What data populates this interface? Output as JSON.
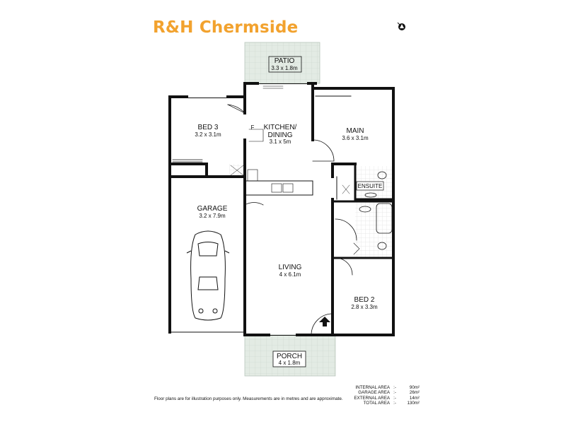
{
  "brand": {
    "name": "R&H Chermside",
    "color": "#f2a22e"
  },
  "colors": {
    "wall": "#111111",
    "outdoor": "#e3ebe4",
    "outdoor_grid": "#c9d4cb",
    "tile_grid": "#cfcfcf"
  },
  "icons": {
    "compass": "north-arrow-icon",
    "car": "car-icon",
    "entry": "entry-arrow-icon"
  },
  "rooms": {
    "patio": {
      "name": "PATIO",
      "dims": "3.3 x 1.8m"
    },
    "bed3": {
      "name": "BED 3",
      "dims": "3.2 x 3.1m"
    },
    "kitchen": {
      "name_line1": "KITCHEN/",
      "name_line2": "DINING",
      "dims": "3.1 x 5m"
    },
    "main": {
      "name": "MAIN",
      "dims": "3.6 x 3.1m"
    },
    "ensuite": {
      "name": "ENSUITE"
    },
    "garage": {
      "name": "GARAGE",
      "dims": "3.2 x 7.9m"
    },
    "living": {
      "name": "LIVING",
      "dims": "4 x 6.1m"
    },
    "bed2": {
      "name": "BED 2",
      "dims": "2.8 x 3.3m"
    },
    "porch": {
      "name": "PORCH",
      "dims": "4 x 1.8m"
    },
    "fridge_mark": "F"
  },
  "disclaimer": "Floor plans are for illustration purposes only. Measurements are in metres and are approximate.",
  "areas": [
    {
      "label": "INTERNAL AREA",
      "sep": ":-",
      "value": "90m²"
    },
    {
      "label": "GARAGE AREA",
      "sep": ":-",
      "value": "26m²"
    },
    {
      "label": "EXTERNAL AREA",
      "sep": ":-",
      "value": "14m²"
    },
    {
      "label": "TOTAL AREA",
      "sep": ":-",
      "value": "130m²"
    }
  ]
}
